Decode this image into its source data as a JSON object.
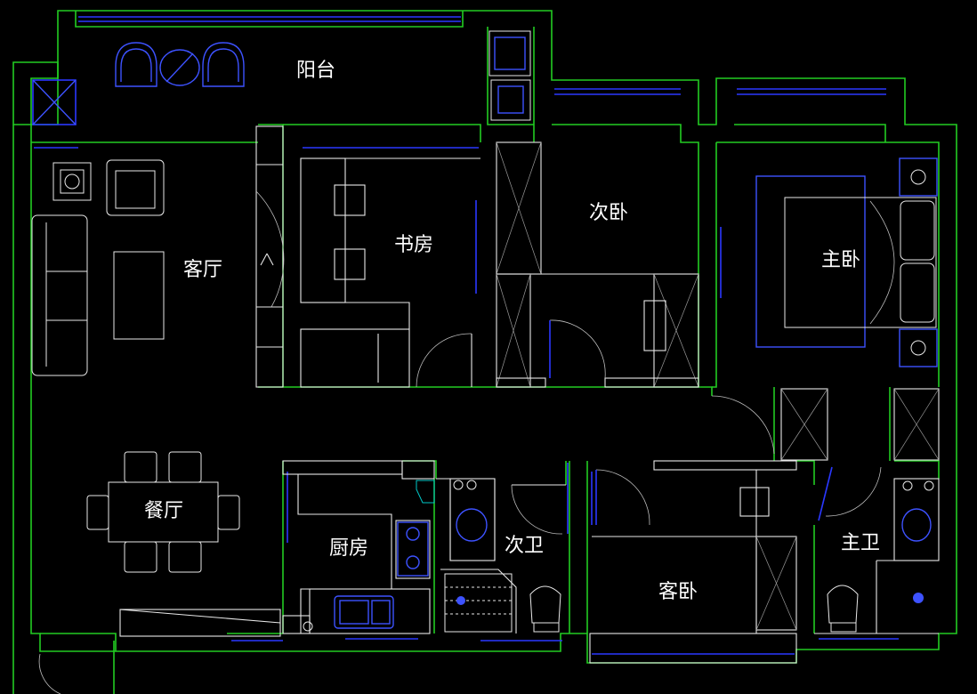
{
  "rooms": {
    "balcony": "阳台",
    "living_room": "客厅",
    "study": "书房",
    "second_bedroom": "次卧",
    "master_bedroom": "主卧",
    "dining_room": "餐厅",
    "kitchen": "厨房",
    "second_bathroom": "次卫",
    "guest_bedroom": "客卧",
    "master_bathroom": "主卫"
  },
  "colors": {
    "background": "#000000",
    "wall": "#22cc22",
    "line": "#e8e8e8",
    "window": "#2a38ff"
  }
}
